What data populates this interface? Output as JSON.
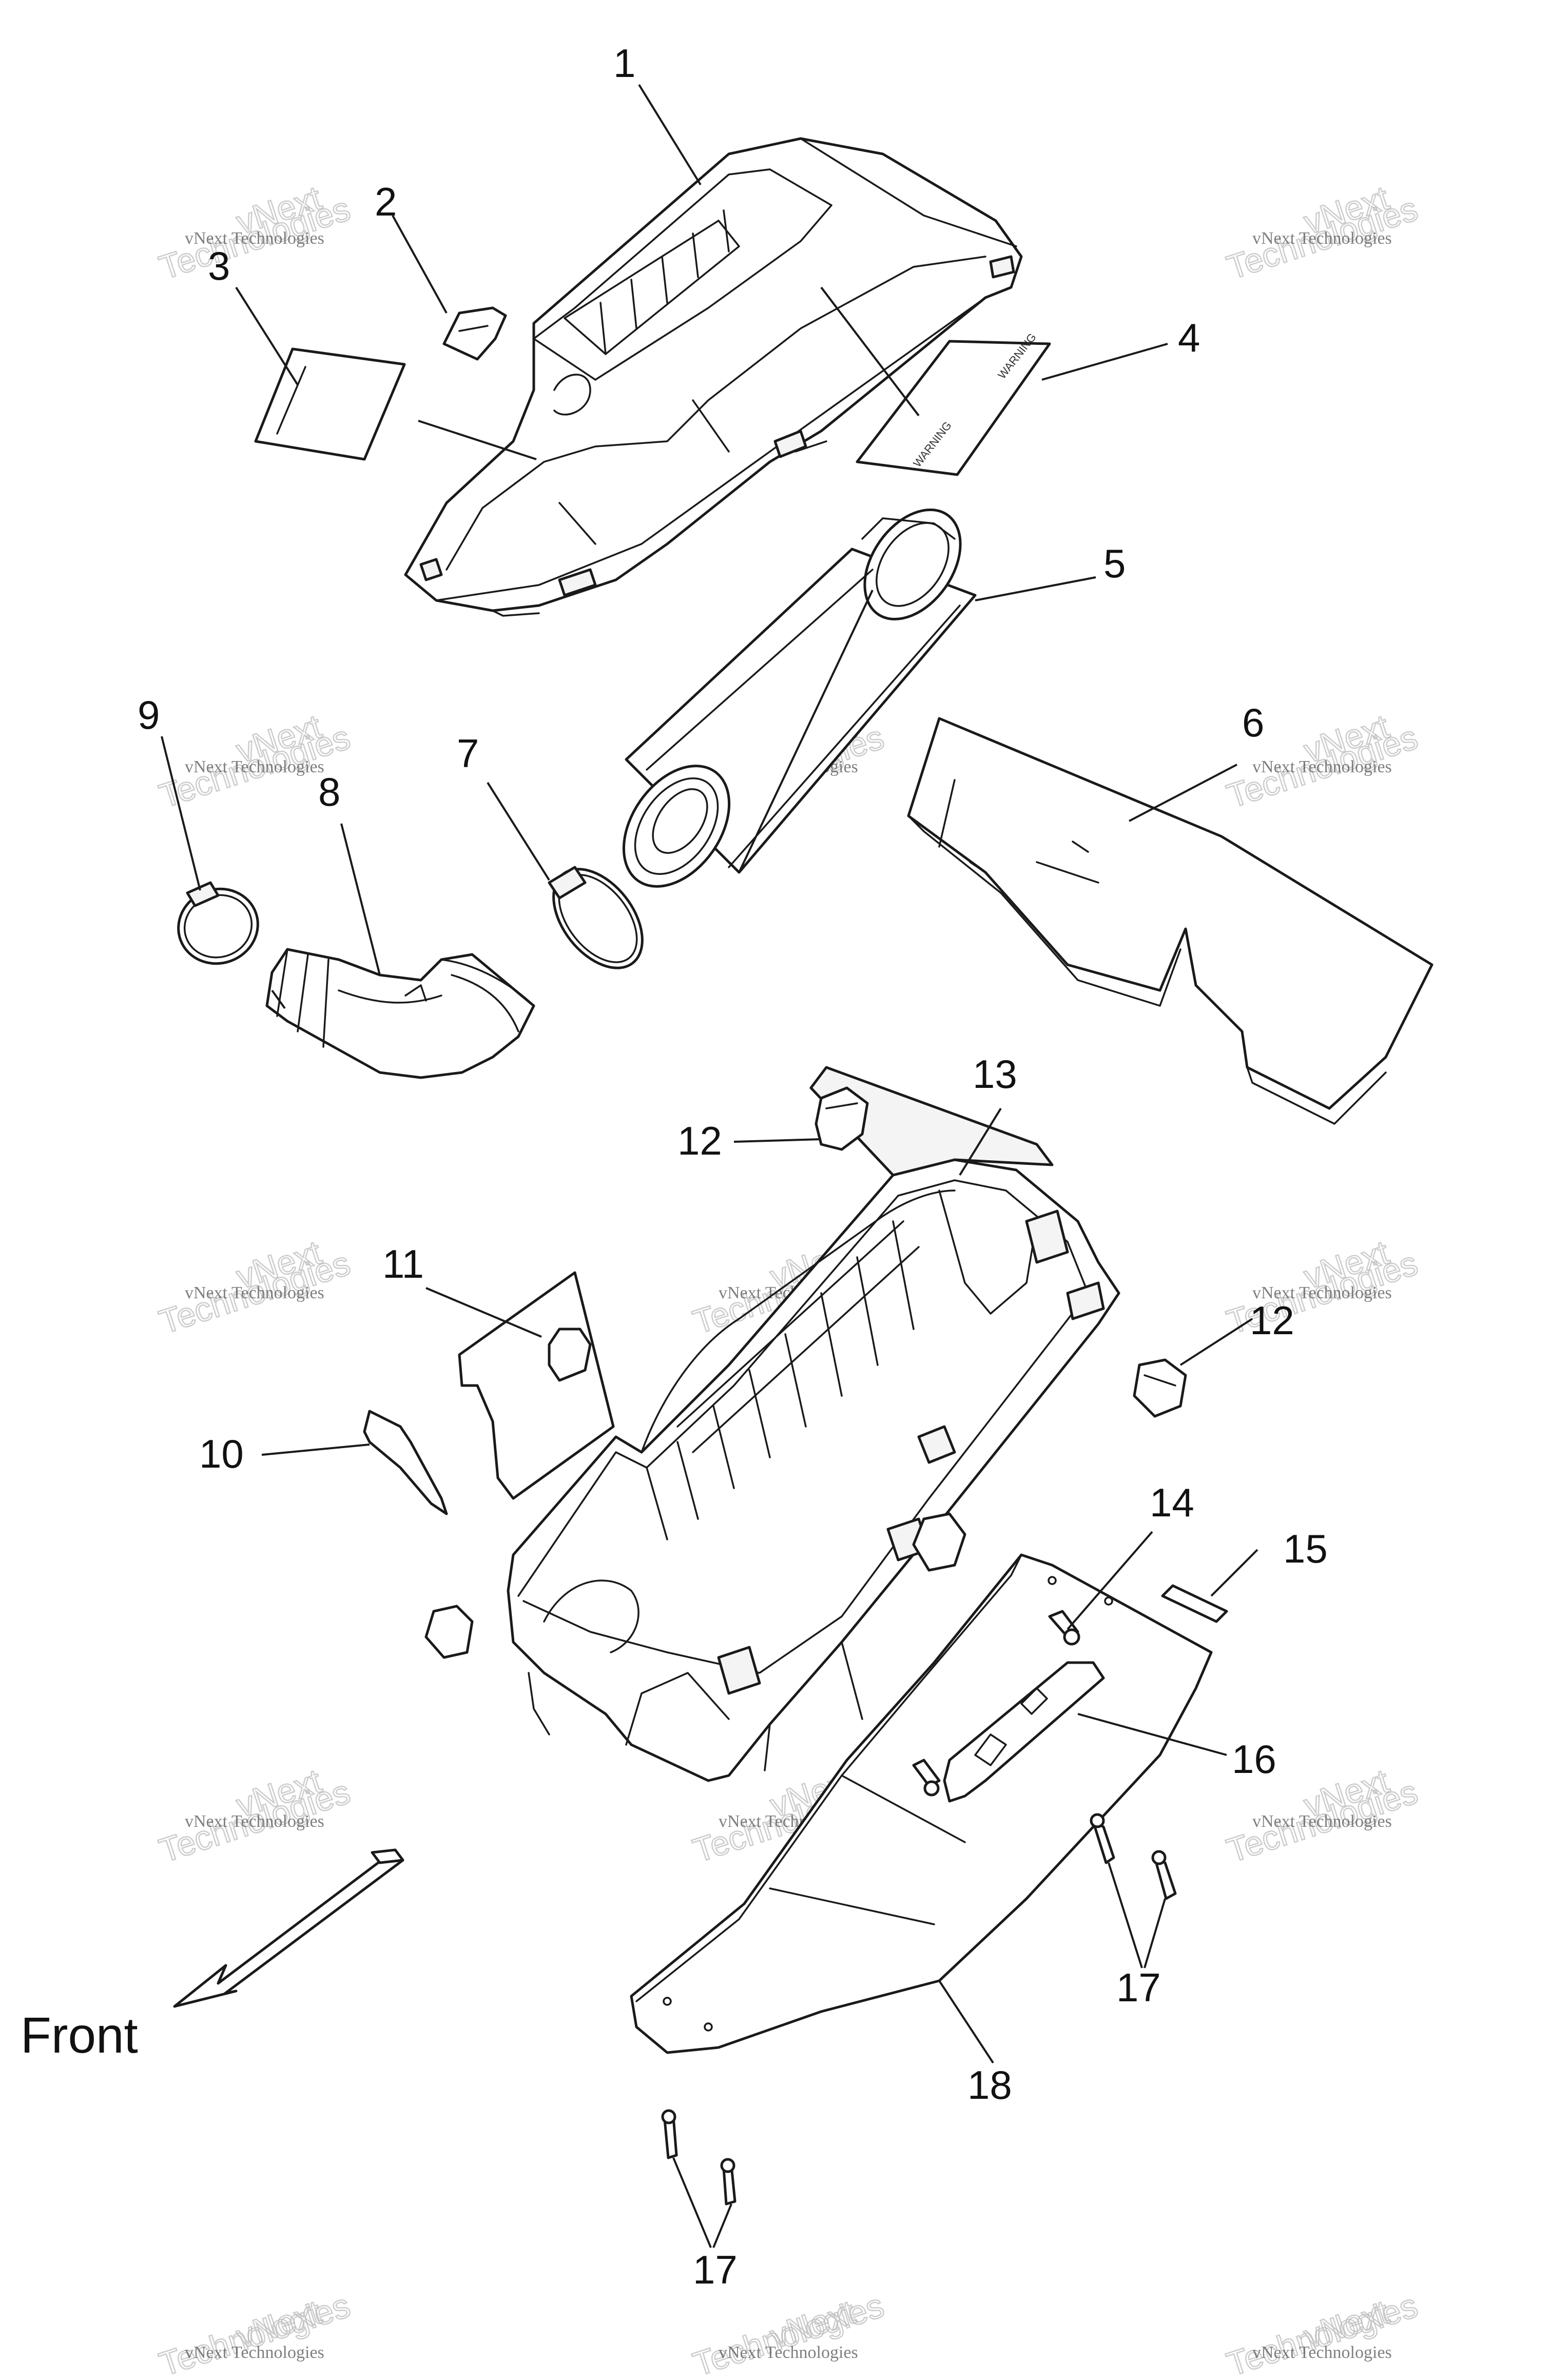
{
  "diagram": {
    "callouts": [
      "1",
      "2",
      "3",
      "4",
      "5",
      "6",
      "7",
      "8",
      "9",
      "10",
      "11",
      "12",
      "12",
      "13",
      "14",
      "15",
      "16",
      "17",
      "17",
      "18"
    ],
    "direction_label": "Front",
    "decal_text": "WARNING",
    "watermark": {
      "line1": "vNext Technologies",
      "line2": "vNext",
      "line3": "Technologies"
    }
  }
}
